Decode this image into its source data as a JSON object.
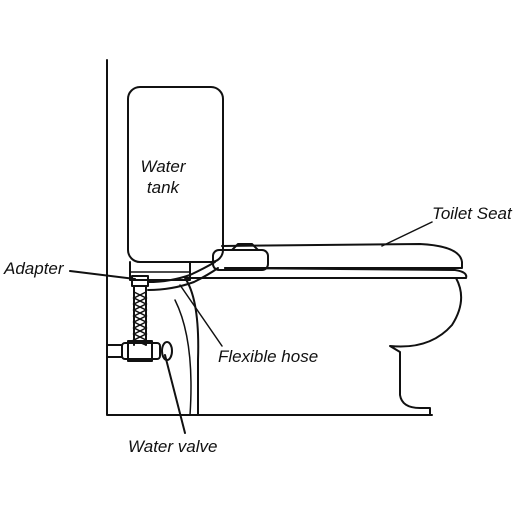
{
  "labels": {
    "water_tank_line1": "Water",
    "water_tank_line2": "tank",
    "toilet_seat": "Toilet Seat",
    "adapter": "Adapter",
    "flexible_hose": "Flexible hose",
    "water_valve": "Water valve"
  },
  "colors": {
    "line": "#111111",
    "background": "#ffffff"
  }
}
